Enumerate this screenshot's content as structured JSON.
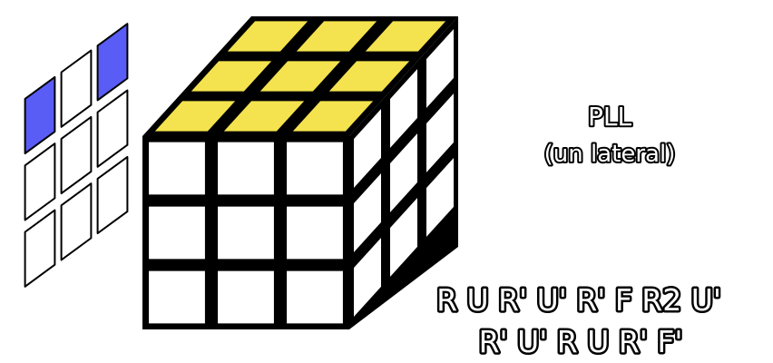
{
  "colors": {
    "yellow": "#f4e34e",
    "blue": "#5a5cf6",
    "white": "#ffffff",
    "black": "#000000"
  },
  "top_face": [
    [
      "yellow",
      "yellow",
      "yellow"
    ],
    [
      "yellow",
      "yellow",
      "yellow"
    ],
    [
      "yellow",
      "yellow",
      "yellow"
    ]
  ],
  "front_face": [
    [
      "white",
      "white",
      "white"
    ],
    [
      "white",
      "white",
      "white"
    ],
    [
      "white",
      "white",
      "white"
    ]
  ],
  "right_face": [
    [
      "white",
      "white",
      "white"
    ],
    [
      "white",
      "white",
      "white"
    ],
    [
      "white",
      "white",
      "white"
    ]
  ],
  "left_face": [
    [
      "blue",
      "white",
      "blue"
    ],
    [
      "white",
      "white",
      "white"
    ],
    [
      "white",
      "white",
      "white"
    ]
  ],
  "title": "PLL",
  "subtitle": "(un lateral)",
  "algorithm": {
    "line1": "R U R' U' R' F R2 U'",
    "line2": "R' U' R U R' F'"
  }
}
